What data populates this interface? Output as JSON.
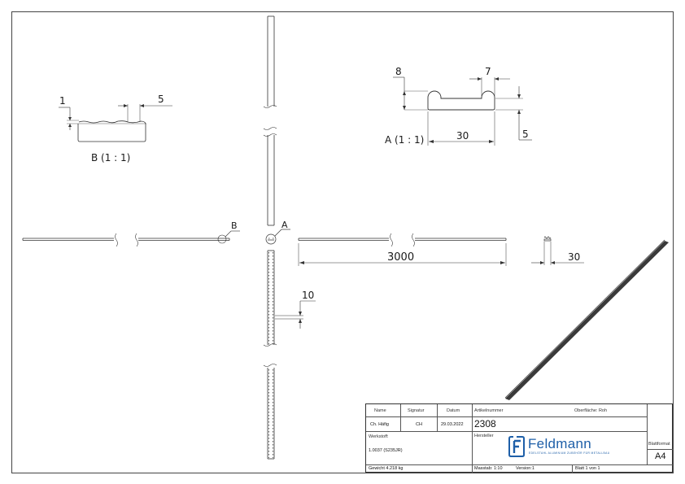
{
  "drawing": {
    "detail_b": {
      "dim_1": "1",
      "dim_5": "5",
      "caption": "B (1 : 1)"
    },
    "detail_a": {
      "dim_8": "8",
      "dim_7": "7",
      "dim_30": "30",
      "dim_5": "5",
      "caption": "A (1 : 1)"
    },
    "views": {
      "label_b": "B",
      "label_a": "A",
      "dim_length": "3000",
      "dim_width": "30",
      "dim_10": "10"
    }
  },
  "title_block": {
    "name_header": "Name",
    "signature_header": "Signatur",
    "date_header": "Datum",
    "article_header": "Artikelnummer",
    "surface_label": "Oberfläche: Roh",
    "name_value": "Ch. Häfig",
    "signature_value": "CH",
    "date_value": "29.03.2022",
    "article_number": "2308",
    "material_header": "Werkstoff:",
    "material_value": "1.0037 (S235JR)",
    "manufacturer_header": "Hersteller",
    "sheet_format_header": "Blattformat",
    "sheet_format_value": "A4",
    "weight": "Gewicht 4.218 kg",
    "scale": "Masstab: 1:10",
    "version": "Version:1",
    "sheet": "Blatt 1 von 1",
    "logo_text": "Feldmann",
    "logo_subtext": "EDELSTAHL ALUMINIUM ZUBEHÖR FÜR METALLBAU",
    "logo_color": "#1e5fa8"
  }
}
